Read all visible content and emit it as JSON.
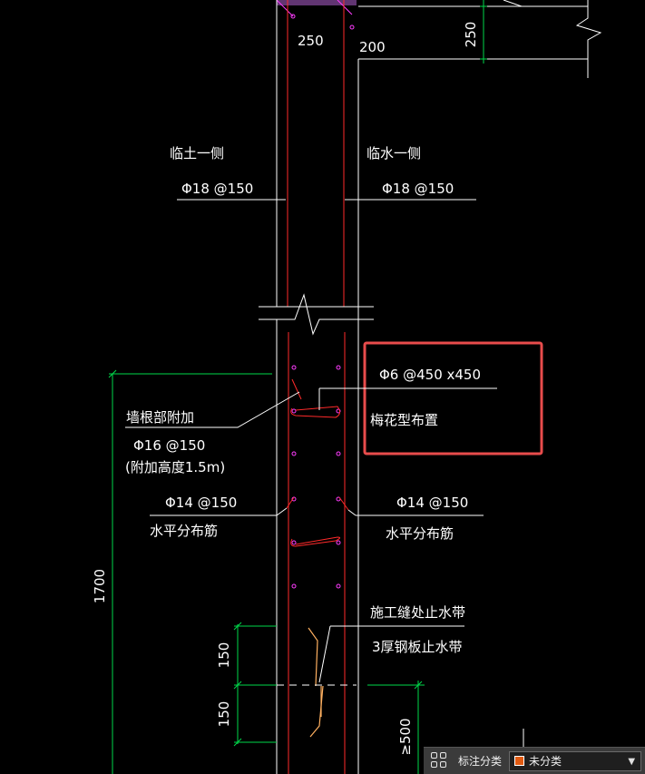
{
  "drawing": {
    "dim_250_top": "250",
    "dim_200": "200",
    "dim_250_vertical": "250",
    "label_soil_side": "临土一侧",
    "label_water_side": "临水一侧",
    "rebar_soil_side": "Φ18 @150",
    "rebar_water_side": "Φ18 @150",
    "tie_spec": "Φ6 @450 x450",
    "tie_layout": "梅花型布置",
    "root_label": "墙根部附加",
    "root_rebar": "Φ16 @150",
    "root_height": "(附加高度1.5m)",
    "horiz_left_rebar": "Φ14 @150",
    "horiz_left_label": "水平分布筋",
    "horiz_right_rebar": "Φ14 @150",
    "horiz_right_label": "水平分布筋",
    "joint_label": "施工缝处止水带",
    "waterstop_label": "3厚钢板止水带",
    "dim_1700": "1700",
    "dim_150_upper": "150",
    "dim_150_lower": "150",
    "dim_500": "≥500"
  },
  "colors": {
    "line": "#ffffff",
    "wall_rebar": "#ff2a2a",
    "dimension": "#00d84a",
    "point": "#ff3cff",
    "waterstop": "#ffb060",
    "highlight": "#e84c4c"
  },
  "statusbar": {
    "icon": "grid-icon",
    "category_label": "标注分类",
    "category_value": "未分类"
  }
}
